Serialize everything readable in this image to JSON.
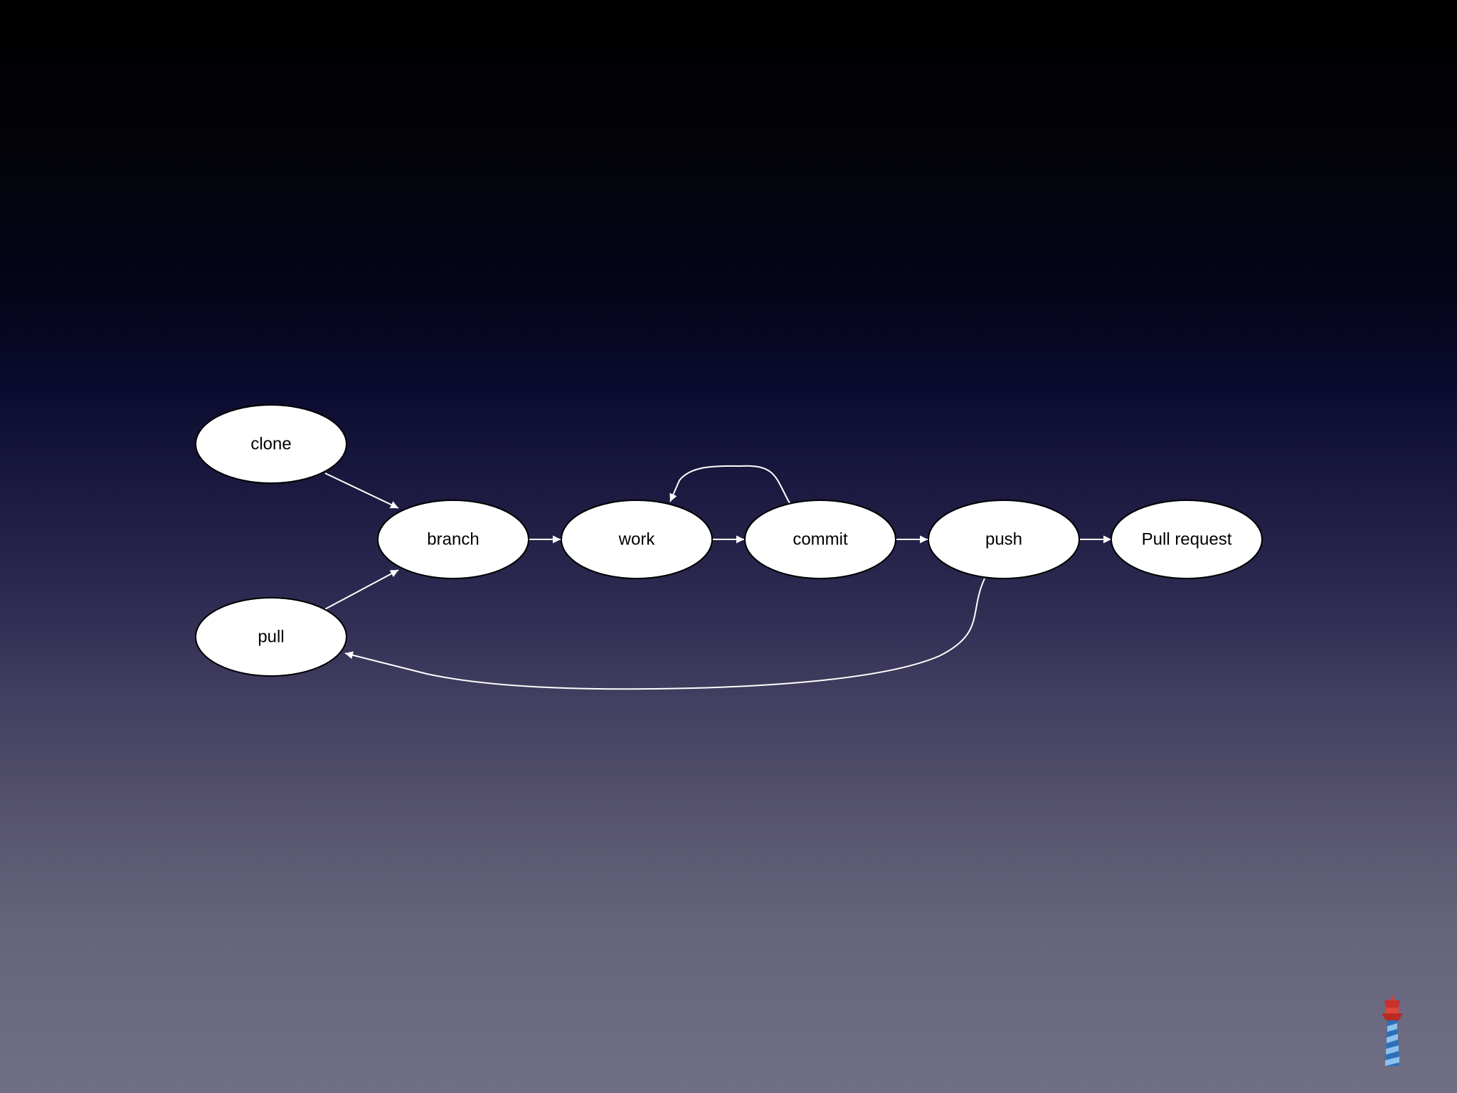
{
  "diagram": {
    "nodes": {
      "clone": {
        "label": "clone"
      },
      "pull": {
        "label": "pull"
      },
      "branch": {
        "label": "branch"
      },
      "work": {
        "label": "work"
      },
      "commit": {
        "label": "commit"
      },
      "push": {
        "label": "push"
      },
      "pull_request": {
        "label": "Pull request"
      }
    },
    "edges": [
      {
        "from": "clone",
        "to": "branch"
      },
      {
        "from": "pull",
        "to": "branch"
      },
      {
        "from": "branch",
        "to": "work"
      },
      {
        "from": "work",
        "to": "commit"
      },
      {
        "from": "commit",
        "to": "push"
      },
      {
        "from": "push",
        "to": "pull_request"
      },
      {
        "from": "commit",
        "to": "work"
      },
      {
        "from": "push",
        "to": "pull"
      }
    ]
  },
  "colors": {
    "node_fill": "#ffffff",
    "edge": "#ffffff",
    "background_top": "#000000",
    "background_bottom": "#706f85"
  },
  "logo": {
    "icon": "lighthouse-logo-icon"
  }
}
